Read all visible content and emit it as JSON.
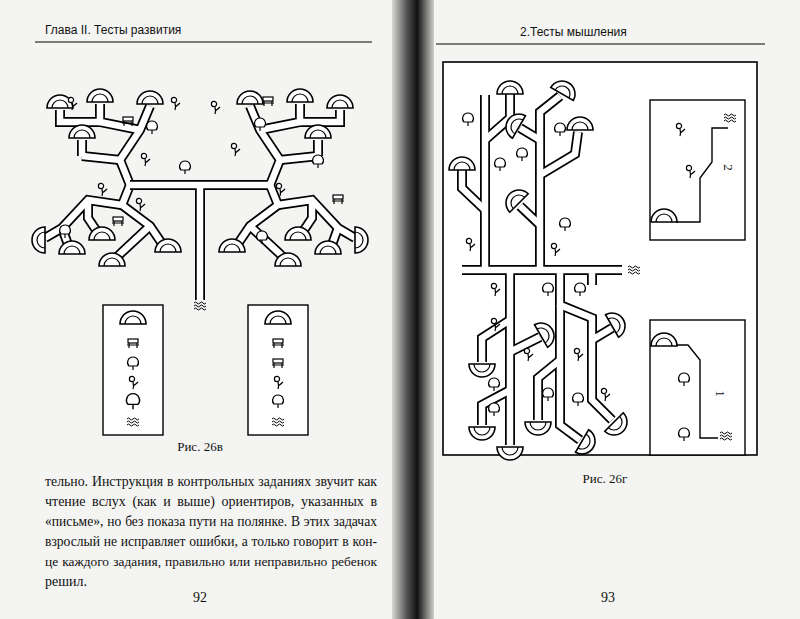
{
  "diagram": {
    "labels": [
      "Глава II. Тесты развития",
      "2.Тесты мышления",
      "Рис. 26в",
      "тельно. Инструкция в контрольных заданиях звучит как",
      "чтение вслух (как и выше) ориентиров, указанных в",
      "«письме», но без показа пути на полянке. В этих задачах",
      "взрослый не исправляет ошибки, а только говорит в кон-",
      "це каждого задания, правильно или неправильно ребенок",
      "решил.",
      "92",
      "Рис. 26г",
      "2",
      "1",
      "93"
    ]
  }
}
